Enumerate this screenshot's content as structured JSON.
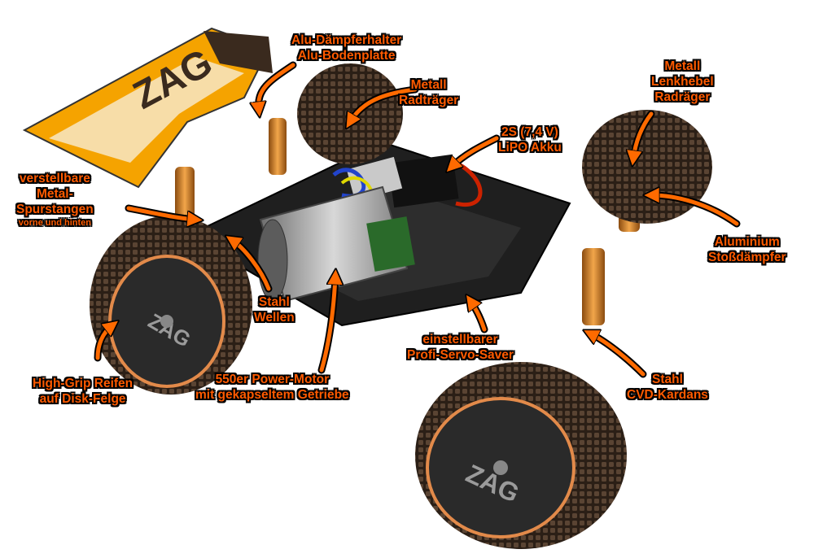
{
  "labels": {
    "alu_daempfer": {
      "line1": "Alu-Dämpferhalter",
      "line2": "Alu-Bodenplatte"
    },
    "metall_radtraeger": {
      "line1": "Metall",
      "line2": "Radträger"
    },
    "akku": {
      "line1": "2S (7,4 V)",
      "line2": "LiPO Akku"
    },
    "lenkhebel": {
      "line1": "Metall",
      "line2": "Lenkhebel",
      "line3": "Radräger"
    },
    "spurstangen": {
      "line1": "verstellbare",
      "line2": "Metal-",
      "line3": "Spurstangen",
      "line4": "vorne und hinten"
    },
    "stossdaempfer": {
      "line1": "Aluminium",
      "line2": "Stoßdämpfer"
    },
    "stahl_wellen": {
      "line1": "Stahl",
      "line2": "Wellen"
    },
    "servo_saver": {
      "line1": "einstellbarer",
      "line2": "Profi-Servo-Saver"
    },
    "reifen": {
      "line1": "High-Grip Reifen",
      "line2": "auf Disk-Felge"
    },
    "motor": {
      "line1": "550er Power-Motor",
      "line2": "mit gekapseltem Getriebe"
    },
    "cvd": {
      "line1": "Stahl",
      "line2": "CVD-Kardans"
    }
  },
  "wing_text": "ZAG",
  "wheel_text": "ZAG",
  "colors": {
    "label": "#ff5a00",
    "outline": "#000000",
    "arrow": "#ff6a00",
    "wing": "#f5a300",
    "tire": "#3a2a1e",
    "chassis": "#1a1a1a",
    "shock": "#e08a2a"
  }
}
